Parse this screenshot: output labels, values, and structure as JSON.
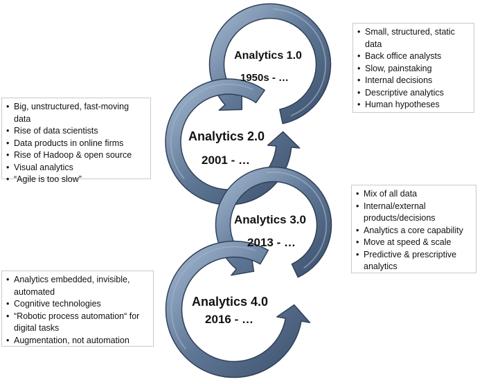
{
  "eras": [
    {
      "title": "Analytics 1.0",
      "years": "1950s - …",
      "bullets": [
        "Small, structured, static data",
        "Back office analysts",
        "Slow, painstaking",
        "Internal decisions",
        "Descriptive analytics",
        "Human hypotheses"
      ]
    },
    {
      "title": "Analytics 2.0",
      "years": "2001 - …",
      "bullets": [
        "Big, unstructured, fast-moving data",
        "Rise of data scientists",
        "Data products in online firms",
        "Rise of Hadoop & open source",
        "Visual analytics",
        "“Agile is too slow”"
      ]
    },
    {
      "title": "Analytics 3.0",
      "years": "2013 - …",
      "bullets": [
        "Mix of all data",
        "Internal/external products/decisions",
        "Analytics a core capability",
        "Move at speed & scale",
        "Predictive & prescriptive analytics"
      ]
    },
    {
      "title": "Analytics 4.0",
      "years": "2016 - …",
      "bullets": [
        "Analytics embedded, invisible, automated",
        "Cognitive technologies",
        "“Robotic process automation“ for digital tasks",
        "Augmentation, not automation"
      ]
    }
  ],
  "colors": {
    "arrow": "#5c7492",
    "arrow_edge": "#2f4057",
    "arrow_highlight": "#9fb3cb",
    "box_border": "#c9c9c9"
  }
}
